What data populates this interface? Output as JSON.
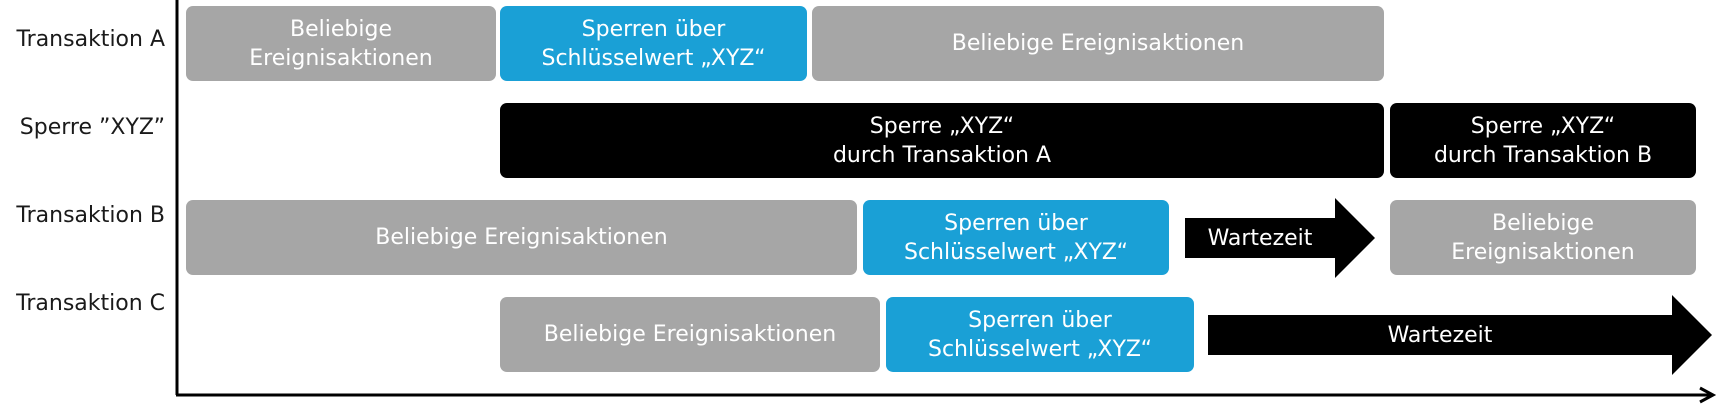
{
  "lanes": {
    "a": "Transaktion A",
    "lock": "Sperre ”XYZ”",
    "b": "Transaktion B",
    "c": "Transaktion C"
  },
  "boxes": {
    "a_any_1": "Beliebige\nEreignisaktionen",
    "a_lock": "Sperren über\nSchlüsselwert „XYZ“",
    "a_any_2": "Beliebige Ereignisaktionen",
    "lock_by_a": "Sperre „XYZ“\ndurch Transaktion A",
    "lock_by_b": "Sperre „XYZ“\ndurch Transaktion B",
    "b_any_1": "Beliebige Ereignisaktionen",
    "b_lock": "Sperren über\nSchlüsselwert „XYZ“",
    "b_wait": "Wartezeit",
    "b_any_2": "Beliebige\nEreignisaktionen",
    "c_any": "Beliebige Ereignisaktionen",
    "c_lock": "Sperren über\nSchlüsselwert „XYZ“",
    "c_wait": "Wartezeit"
  },
  "colors": {
    "activity": "#a6a6a6",
    "lock_request": "#1aa0d6",
    "lock_held": "#000000",
    "axis": "#000000"
  }
}
